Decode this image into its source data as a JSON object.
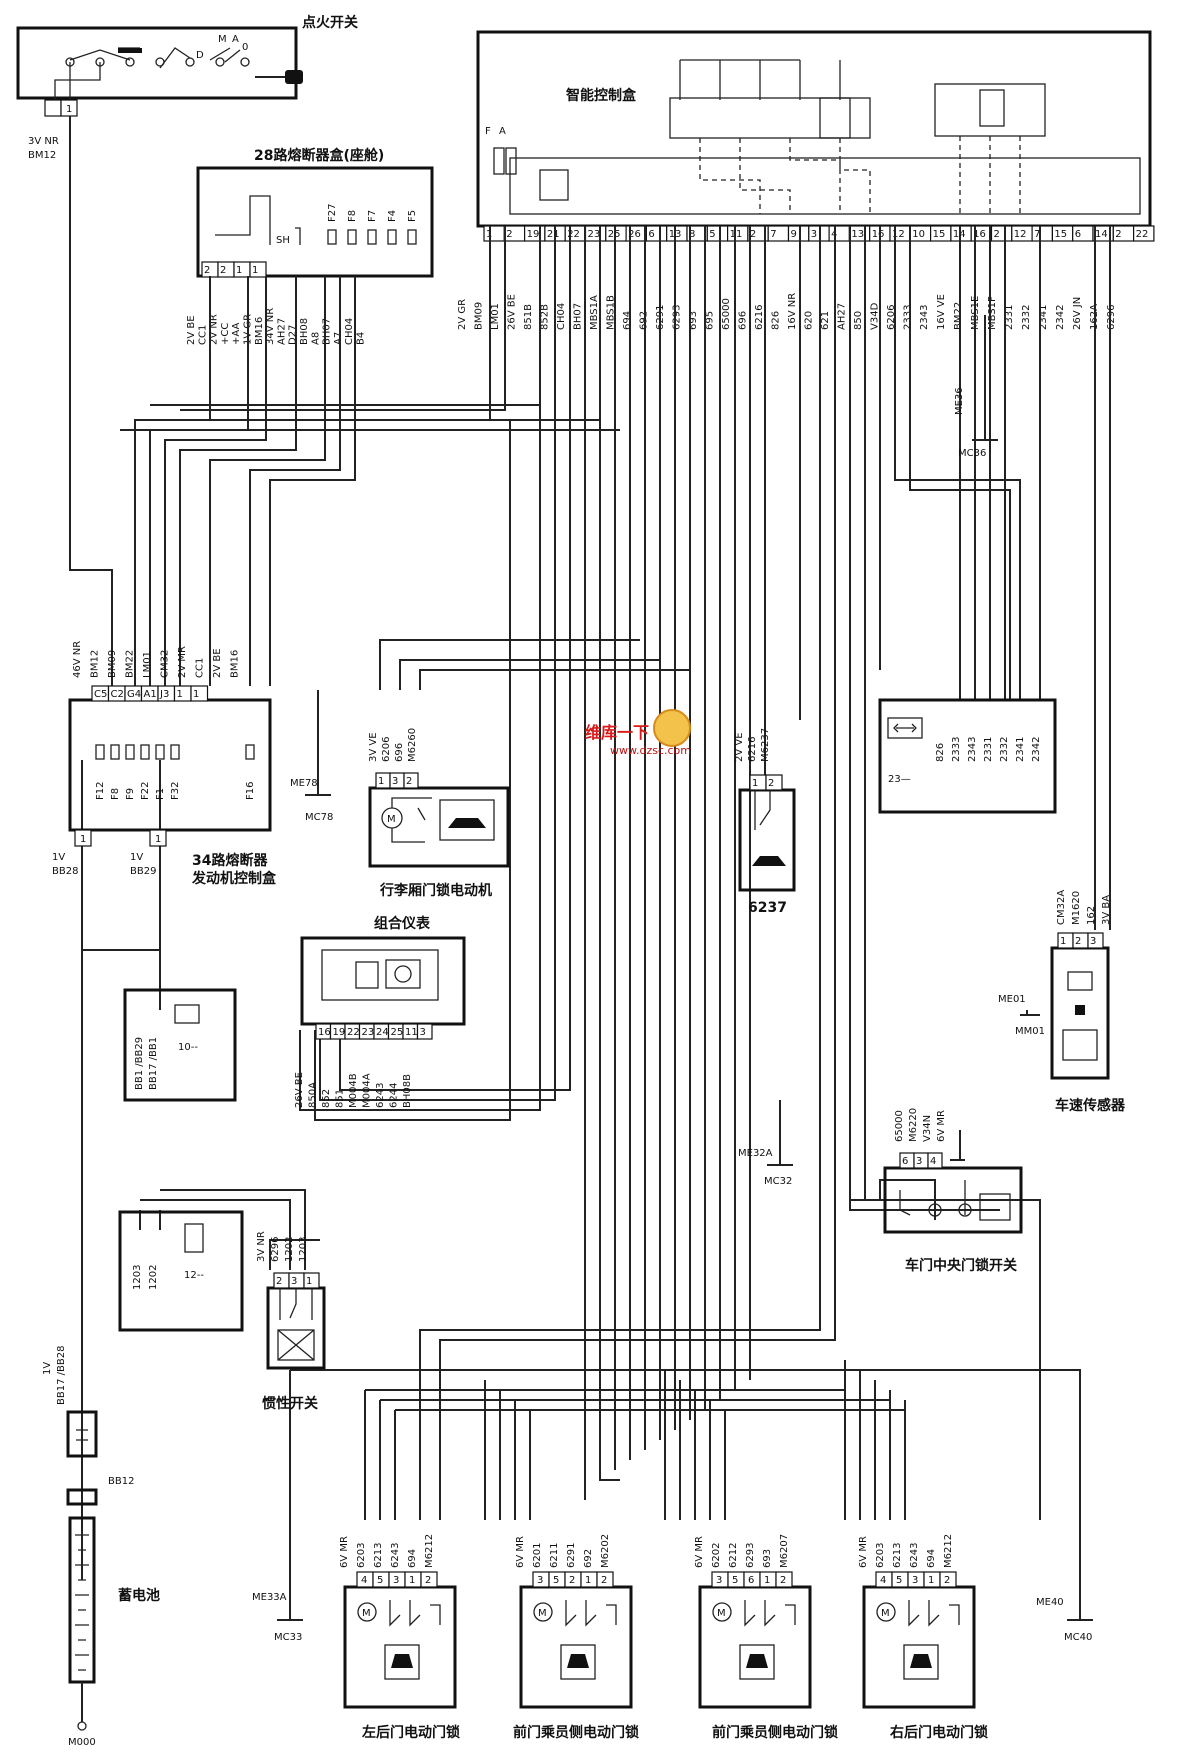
{
  "components": {
    "ignition_switch": "点火开关",
    "fuse_box_28": "28路熔断器盒(座舱)",
    "smart_control_box": "智能控制盒",
    "fuse_box_34_line1": "34路熔断器",
    "fuse_box_34_line2": "发动机控制盒",
    "trunk_lock_motor": "行李厢门锁电动机",
    "combination_meter": "组合仪表",
    "inertia_switch": "惯性开关",
    "central_lock_switch": "车门中央门锁开关",
    "speed_sensor": "车速传感器",
    "battery": "蓄电池",
    "component_6237": "6237",
    "lock_left_rear": "左后门电动门锁",
    "lock_front_passenger_1": "前门乘员侧电动门锁",
    "lock_front_passenger_2": "前门乘员侧电动门锁",
    "lock_right_rear": "右后门电动门锁",
    "ref_10": "10--",
    "ref_12": "12--",
    "ref_23": "23—"
  },
  "connectors": {
    "ign": "3V NR",
    "ign2": "BM12",
    "bb28": "BB28",
    "bb29": "BB29",
    "bb12": "BB12",
    "bb17": "BB17 /BB28",
    "m000": "M000",
    "v1a": "1V",
    "v1b": "1V",
    "v1c": "1V"
  },
  "grounds": {
    "me78": "ME78",
    "mc78": "MC78",
    "me36": "ME36",
    "mc36": "MC36",
    "me32a": "ME32A",
    "mc32": "MC32",
    "me01": "ME01",
    "mm01": "MM01",
    "me33a": "ME33A",
    "mc33": "MC33",
    "me40": "ME40",
    "mc40": "MC40"
  },
  "smart_box_pins": [
    "1",
    "2",
    "19",
    "21",
    "22",
    "23",
    "25",
    "26",
    "6",
    "13",
    "8",
    "5",
    "11",
    "2",
    "7",
    "9",
    "3",
    "4",
    "13",
    "16",
    "12",
    "10",
    "15",
    "14",
    "16",
    "2",
    "12",
    "7",
    "15",
    "6",
    "14",
    "2",
    "22"
  ],
  "smart_box_wires_a": [
    "2V GR",
    "BM09",
    "LM01",
    "26V BE",
    "851B",
    "852B",
    "CH04",
    "BH07",
    "MBS1A",
    "MBS1B",
    "694",
    "692",
    "6291",
    "6293",
    "693",
    "695",
    "65000",
    "696",
    "6216",
    "826",
    "16V NR",
    "620",
    "621",
    "AH27",
    "850",
    "V34D",
    "6206",
    "2333",
    "2343"
  ],
  "smart_box_wires_b": [
    "16V VE",
    "BM22",
    "MBS1E",
    "MBS1F",
    "2331",
    "2332",
    "2341",
    "2342",
    "26V JN",
    "162A",
    "6296"
  ],
  "fuse28_fuses": [
    "F27",
    "F8",
    "F7",
    "F4",
    "F5"
  ],
  "fuse28_pins": [
    "2",
    "2",
    "1",
    "1"
  ],
  "fuse28_wires": [
    "2V BE",
    "CC1",
    "2V NR",
    "+CC",
    "+AA",
    "1V GR",
    "BM16",
    "34V NR",
    "AH27",
    "D27",
    "BH08",
    "A8",
    "BH07",
    "A7",
    "CH04",
    "B4"
  ],
  "fuse34_pins": [
    "C5",
    "C2",
    "G4",
    "A1",
    "J3",
    "1",
    "1"
  ],
  "fuse34_wires": [
    "46V NR",
    "BM12",
    "BM09",
    "BM22",
    "LM01",
    "CM32",
    "2V MR",
    "CC1",
    "2V BE",
    "BM16"
  ],
  "fuse34_fuses": [
    "F12",
    "F8",
    "F9",
    "F22",
    "F1",
    "F32",
    "F16"
  ],
  "trunk_pins": [
    "1",
    "3",
    "2"
  ],
  "trunk_wires": [
    "3V VE",
    "6206",
    "696",
    "M6260"
  ],
  "comp6237_pins": [
    "1",
    "2"
  ],
  "comp6237_wires": [
    "2V VE",
    "6216",
    "M6237"
  ],
  "meter_pins": [
    "16",
    "19",
    "22",
    "23",
    "24",
    "25",
    "11",
    "3"
  ],
  "meter_wires": [
    "26V BE",
    "850A",
    "852",
    "851",
    "M004B",
    "M004A",
    "6243",
    "6244",
    "BH08B"
  ],
  "inertia_pins": [
    "2",
    "3",
    "1"
  ],
  "inertia_wires": [
    "3V NR",
    "6296",
    "1202",
    "1203"
  ],
  "block12_wires": [
    "1203",
    "1202"
  ],
  "block10_wires": [
    "BB1 /BB29",
    "BB17 /BB1"
  ],
  "central_pins": [
    "6",
    "3",
    "4"
  ],
  "central_wires": [
    "65000",
    "M6220",
    "V34N",
    "6V MR"
  ],
  "speed_pins": [
    "1",
    "2",
    "3"
  ],
  "speed_wires": [
    "CM32A",
    "M1620",
    "162",
    "3V BA"
  ],
  "block23_wires": [
    "826",
    "2333",
    "2343",
    "2331",
    "2332",
    "2341",
    "2342"
  ],
  "locks": [
    {
      "pins": [
        "4",
        "5",
        "3",
        "1",
        "2"
      ],
      "wires": [
        "6V MR",
        "6203",
        "6213",
        "6243",
        "694",
        "M6212"
      ]
    },
    {
      "pins": [
        "3",
        "5",
        "2",
        "1",
        "2"
      ],
      "wires": [
        "6V MR",
        "6201",
        "6211",
        "6291",
        "692",
        "M6202"
      ]
    },
    {
      "pins": [
        "3",
        "5",
        "6",
        "1",
        "2"
      ],
      "wires": [
        "6V MR",
        "6202",
        "6212",
        "6293",
        "693",
        "M6207"
      ]
    },
    {
      "pins": [
        "4",
        "5",
        "3",
        "1",
        "2"
      ],
      "wires": [
        "6V MR",
        "6203",
        "6213",
        "6243",
        "694",
        "M6212"
      ]
    }
  ],
  "ignition_positions": [
    "M",
    "D",
    "A",
    "0"
  ],
  "watermark": {
    "line1": "维库一下",
    "line2": "www.dzsc.com"
  }
}
